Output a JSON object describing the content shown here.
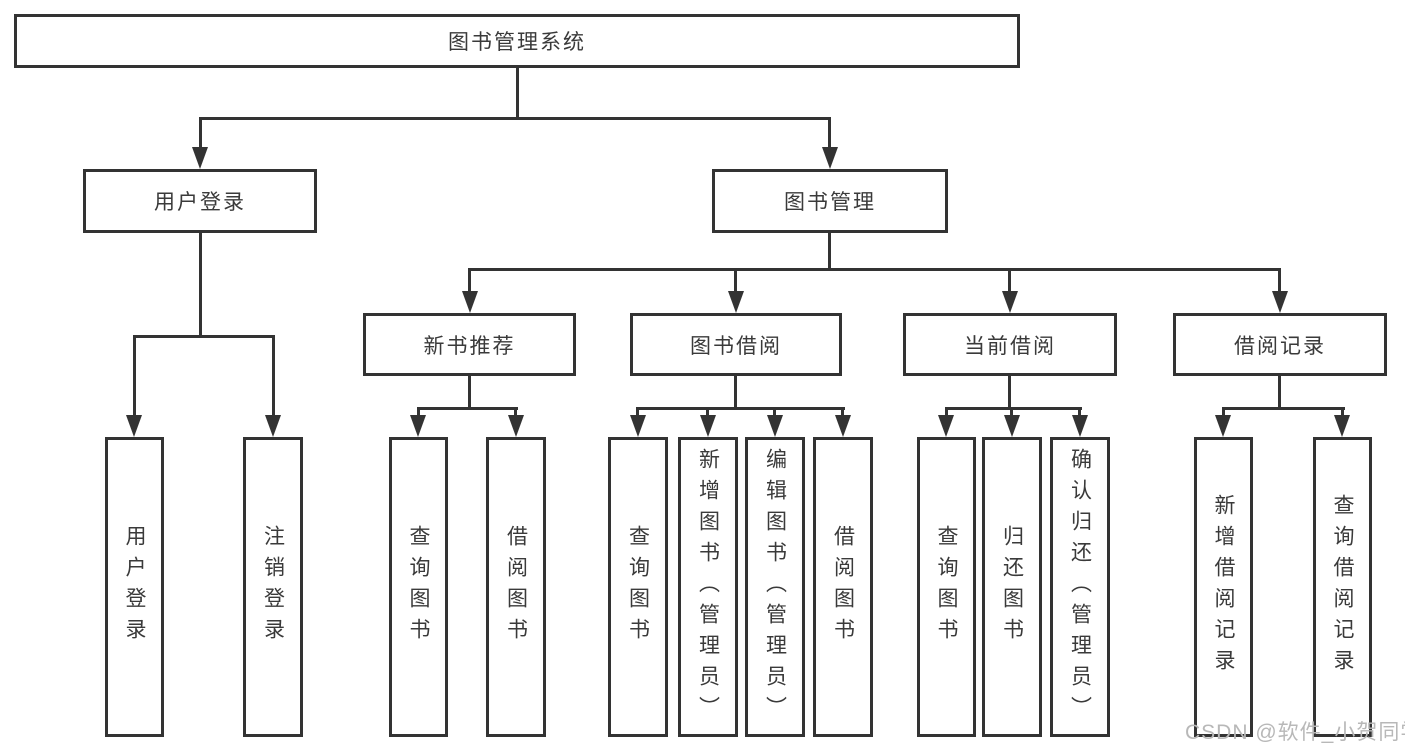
{
  "tree": {
    "label": "图书管理系统",
    "children": [
      {
        "label": "用户登录",
        "children": [
          {
            "label": "用户登录"
          },
          {
            "label": "注销登录"
          }
        ]
      },
      {
        "label": "图书管理",
        "children": [
          {
            "label": "新书推荐",
            "children": [
              {
                "label": "查询图书"
              },
              {
                "label": "借阅图书"
              }
            ]
          },
          {
            "label": "图书借阅",
            "children": [
              {
                "label": "查询图书"
              },
              {
                "label": "新增图书（管理员）"
              },
              {
                "label": "编辑图书（管理员）"
              },
              {
                "label": "借阅图书"
              }
            ]
          },
          {
            "label": "当前借阅",
            "children": [
              {
                "label": "查询图书"
              },
              {
                "label": "归还图书"
              },
              {
                "label": "确认归还（管理员）"
              }
            ]
          },
          {
            "label": "借阅记录",
            "children": [
              {
                "label": "新增借阅记录"
              },
              {
                "label": "查询借阅记录"
              }
            ]
          }
        ]
      }
    ]
  },
  "watermark": "CSDN @软件_小贺同学",
  "colors": {
    "line": "#333333",
    "text": "#3a3a3a",
    "background": "#ffffff",
    "watermark": "#b8b8b8"
  }
}
